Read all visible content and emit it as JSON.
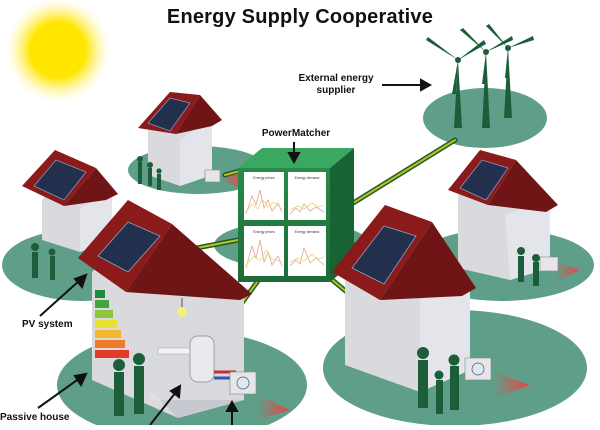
{
  "title": "Energy Supply Cooperative",
  "labels": {
    "external_supplier": "External energy supplier",
    "powermatcher": "PowerMatcher",
    "pv_system": "PV system",
    "passive_house": "Passive house"
  },
  "screens": {
    "top_left": "Energy prices",
    "top_right": "Energy demand",
    "bottom_left": "Energy prices",
    "bottom_right": "Energy demand"
  },
  "colors": {
    "ground": "#5f9e88",
    "roof": "#8b1a1a",
    "wall": "#d9d9de",
    "cube": "#2f8a4e",
    "cable": "#9fae1a",
    "heat_arrow": "#e25050",
    "sun": "#ffe100"
  }
}
